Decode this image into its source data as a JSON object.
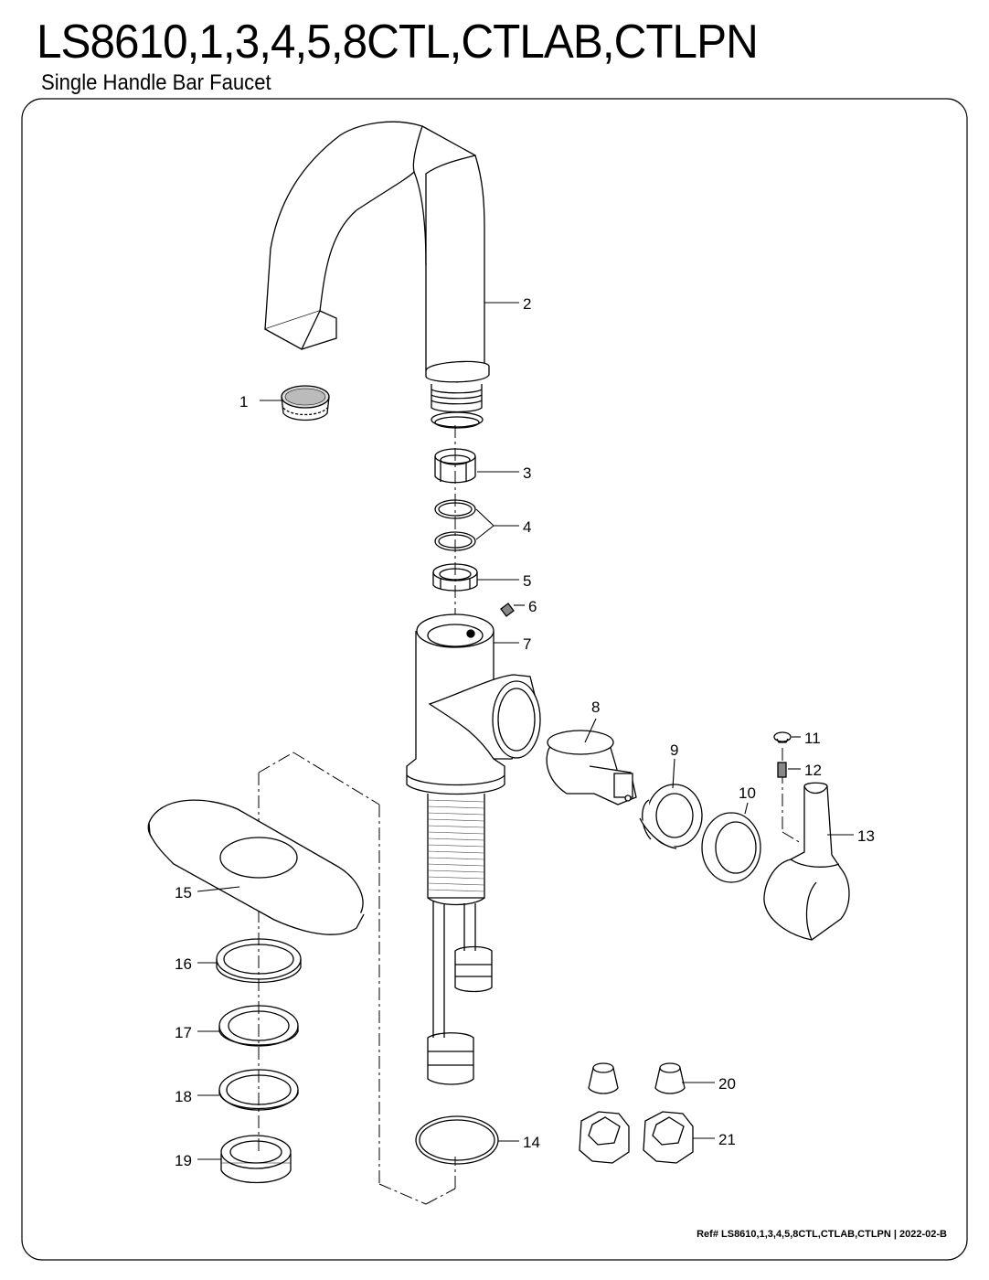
{
  "header": {
    "title": "LS8610,1,3,4,5,8CTL,CTLAB,CTLPN",
    "subtitle": "Single Handle Bar Faucet"
  },
  "parts": [
    {
      "number": "1"
    },
    {
      "number": "2"
    },
    {
      "number": "3"
    },
    {
      "number": "4"
    },
    {
      "number": "5"
    },
    {
      "number": "6"
    },
    {
      "number": "7"
    },
    {
      "number": "8"
    },
    {
      "number": "9"
    },
    {
      "number": "10"
    },
    {
      "number": "11"
    },
    {
      "number": "12"
    },
    {
      "number": "13"
    },
    {
      "number": "14"
    },
    {
      "number": "15"
    },
    {
      "number": "16"
    },
    {
      "number": "17"
    },
    {
      "number": "18"
    },
    {
      "number": "19"
    },
    {
      "number": "20"
    },
    {
      "number": "21"
    }
  ],
  "footer": {
    "ref": "Ref# LS8610,1,3,4,5,8CTL,CTLAB,CTLPN | 2022-02-B"
  }
}
